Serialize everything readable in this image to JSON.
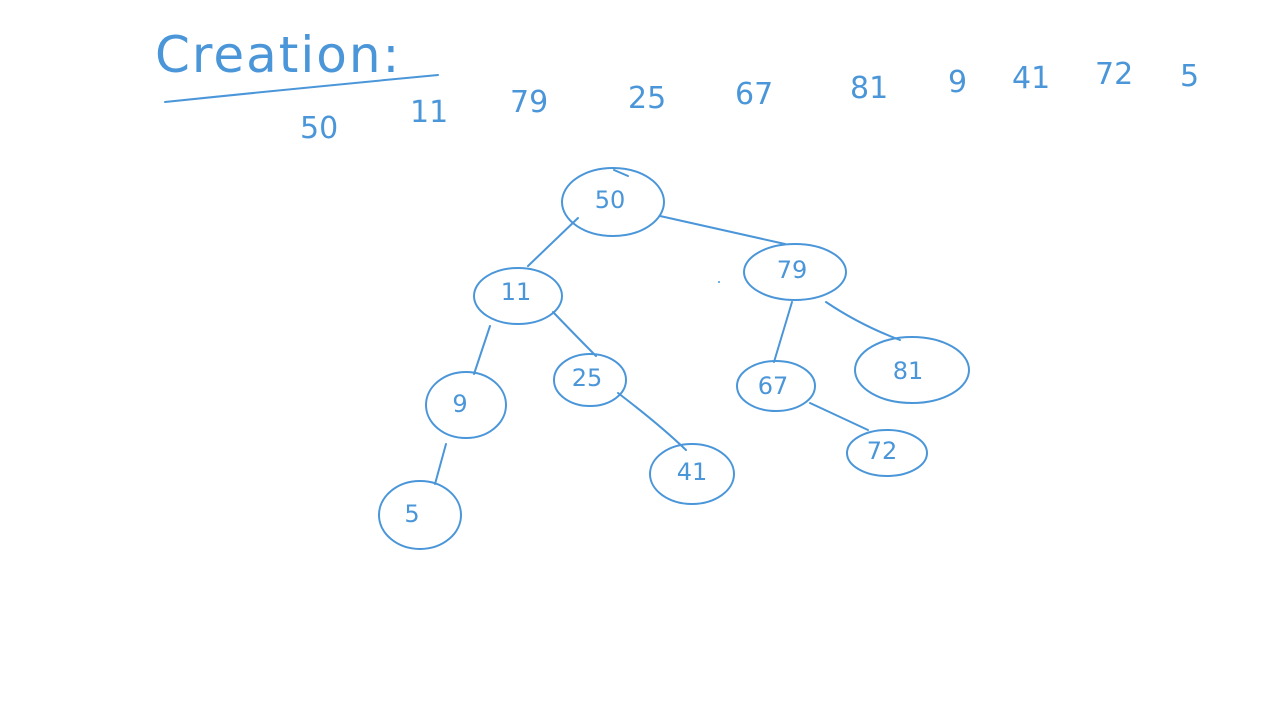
{
  "title": "Creation:",
  "sequence": [
    "50",
    "11",
    "79",
    "25",
    "67",
    "81",
    "9",
    "41",
    "72",
    "5"
  ],
  "nodes": {
    "n50": "50",
    "n11": "11",
    "n79": "79",
    "n9": "9",
    "n25": "25",
    "n67": "67",
    "n81": "81",
    "n5": "5",
    "n41": "41",
    "n72": "72"
  },
  "colors": {
    "ink": "#4a96d9",
    "background": "#ffffff"
  }
}
